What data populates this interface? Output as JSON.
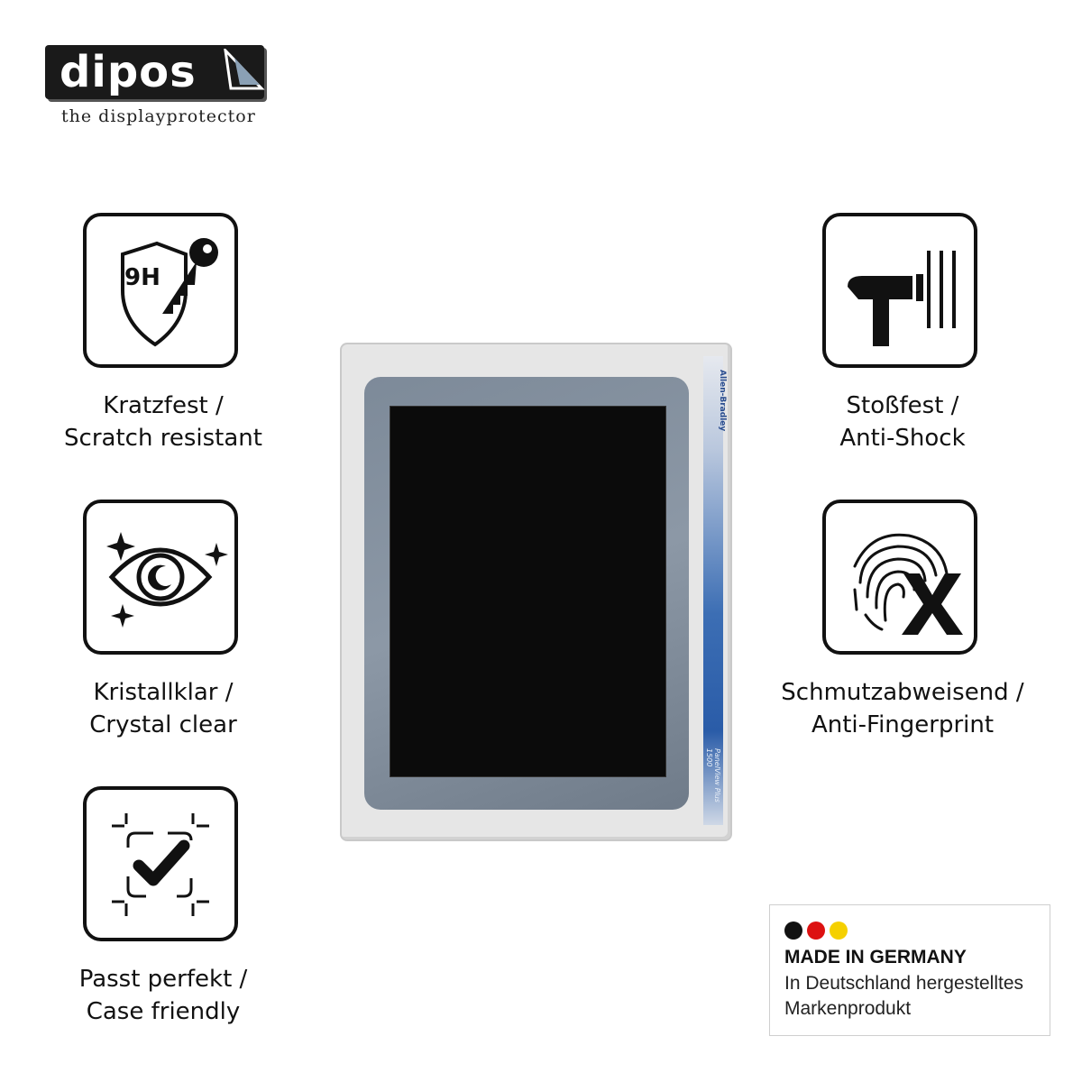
{
  "brand": {
    "name": "dipos",
    "tagline": "the displayprotector"
  },
  "features": [
    {
      "icon": "shield-key-9h-icon",
      "icon_text": "9H",
      "line1": "Kratzfest /",
      "line2": "Scratch resistant"
    },
    {
      "icon": "eye-sparkle-icon",
      "line1": "Kristallklar /",
      "line2": "Crystal clear"
    },
    {
      "icon": "frame-check-icon",
      "line1": "Passt perfekt /",
      "line2": "Case friendly"
    },
    {
      "icon": "hammer-impact-icon",
      "line1": "Stoßfest /",
      "line2": "Anti-Shock"
    },
    {
      "icon": "fingerprint-x-icon",
      "line1": "Schmutzabweisend /",
      "line2": "Anti-Fingerprint"
    }
  ],
  "device": {
    "brand": "Allen-Bradley",
    "model": "PanelView Plus 1500"
  },
  "badge": {
    "title": "MADE IN GERMANY",
    "line1": "In Deutschland hergestelltes",
    "line2": "Markenprodukt",
    "colors": [
      "#111111",
      "#dd1111",
      "#f5d000"
    ]
  }
}
